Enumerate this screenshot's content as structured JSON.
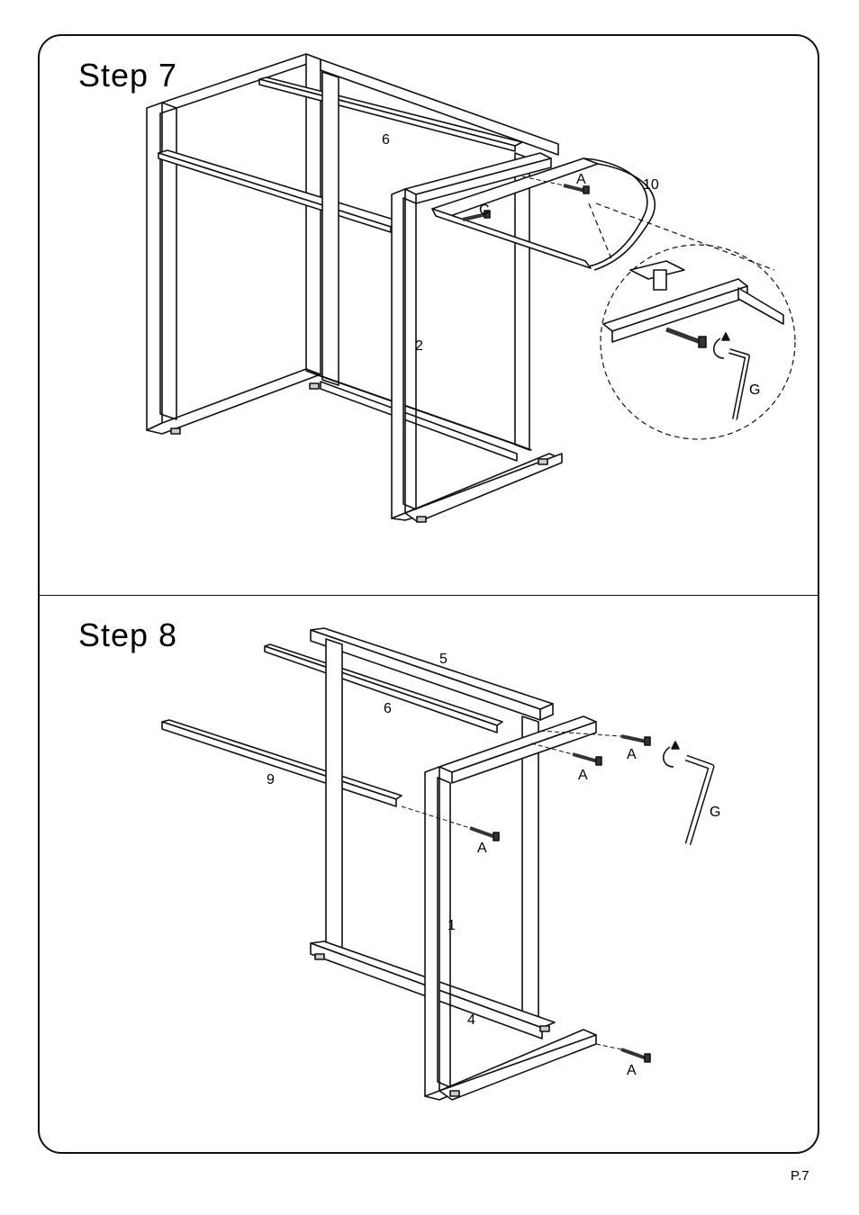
{
  "steps": [
    {
      "title": "Step  7",
      "labels": {
        "part_a": "6",
        "part_b": "10",
        "part_c": "2",
        "bolt": "A",
        "bolt_c": "C",
        "tool": "G"
      }
    },
    {
      "title": "Step  8",
      "labels": {
        "part_top": "5",
        "part_mid": "6",
        "part_low": "9",
        "part_side": "1",
        "part_bottom": "4",
        "bolt": "A",
        "tool": "G"
      }
    }
  ],
  "page_number": "P.7"
}
